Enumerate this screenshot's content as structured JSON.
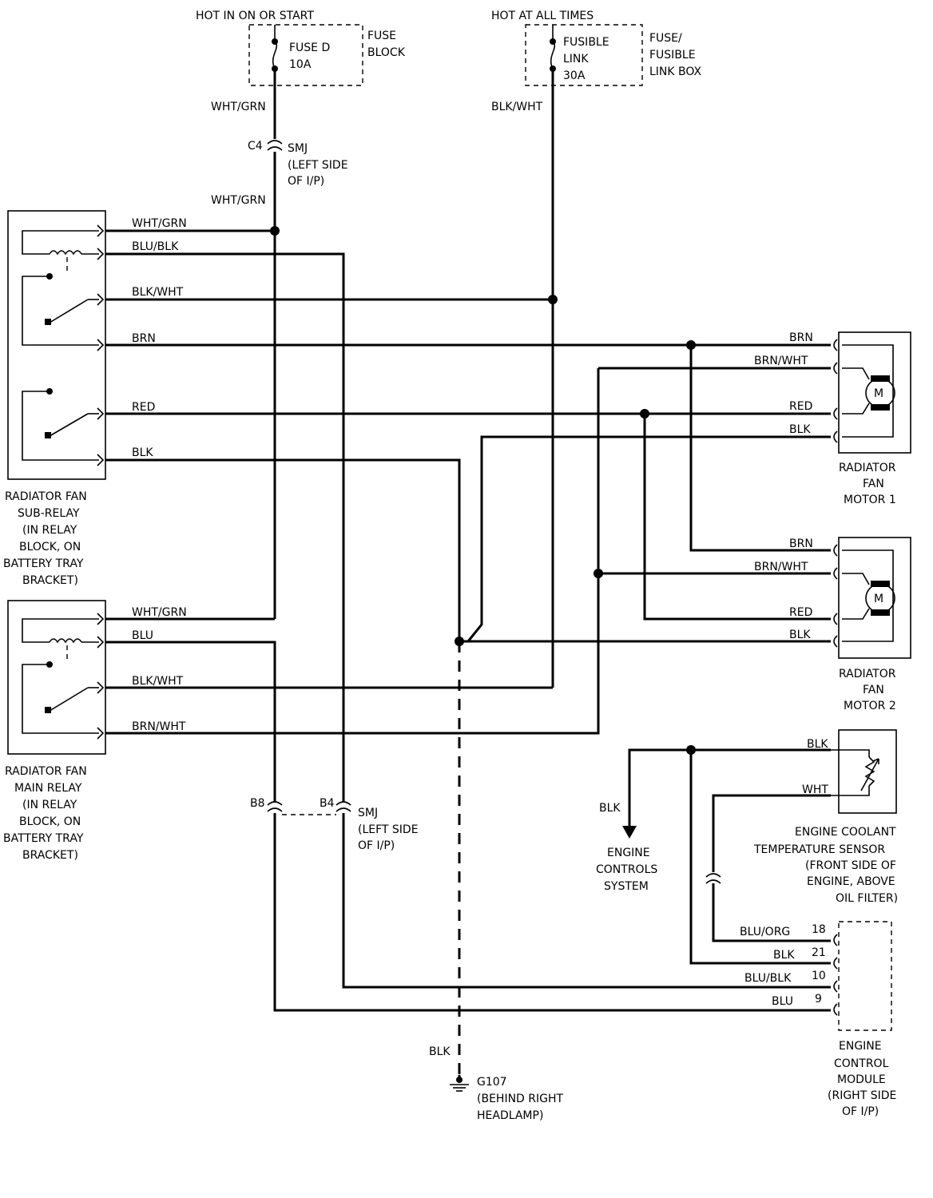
{
  "power": {
    "hot_run": "HOT IN ON OR START",
    "hot_always": "HOT AT ALL TIMES",
    "fuse_d_name": "FUSE D",
    "fuse_d_rating": "10A",
    "fuse_block_l1": "FUSE",
    "fuse_block_l2": "BLOCK",
    "fusible_l1": "FUSIBLE",
    "fusible_l2": "LINK",
    "fusible_rating": "30A",
    "fbox_l1": "FUSE/",
    "fbox_l2": "FUSIBLE",
    "fbox_l3": "LINK BOX"
  },
  "connectors": {
    "c4": "C4",
    "smj": "SMJ",
    "smj_l2": "(LEFT SIDE",
    "smj_l3": "OF I/P)",
    "b8": "B8",
    "b4": "B4"
  },
  "wires": {
    "wht_grn": "WHT/GRN",
    "blk_wht": "BLK/WHT",
    "blu_blk": "BLU/BLK",
    "brn": "BRN",
    "red": "RED",
    "blk": "BLK",
    "blu": "BLU",
    "brn_wht": "BRN/WHT",
    "wht": "WHT",
    "blu_org": "BLU/ORG"
  },
  "sub_relay": [
    "RADIATOR FAN",
    "SUB-RELAY",
    "(IN RELAY",
    "BLOCK, ON",
    "BATTERY TRAY",
    "BRACKET)"
  ],
  "main_relay": [
    "RADIATOR FAN",
    "MAIN RELAY",
    "(IN RELAY",
    "BLOCK, ON",
    "BATTERY TRAY",
    "BRACKET)"
  ],
  "motor1": [
    "RADIATOR",
    "FAN",
    "MOTOR 1"
  ],
  "motor2": [
    "RADIATOR",
    "FAN",
    "MOTOR 2"
  ],
  "motor_symbol": "M",
  "ect_sensor": [
    "ENGINE COOLANT",
    "TEMPERATURE SENSOR",
    "(FRONT SIDE OF",
    "ENGINE, ABOVE",
    "OIL FILTER)"
  ],
  "engine_controls": [
    "ENGINE",
    "CONTROLS",
    "SYSTEM"
  ],
  "ecm": [
    "ENGINE",
    "CONTROL",
    "MODULE",
    "(RIGHT SIDE",
    "OF I/P)"
  ],
  "ecm_pins": [
    "18",
    "21",
    "10",
    "9"
  ],
  "ground": [
    "G107",
    "(BEHIND RIGHT",
    "HEADLAMP)"
  ]
}
